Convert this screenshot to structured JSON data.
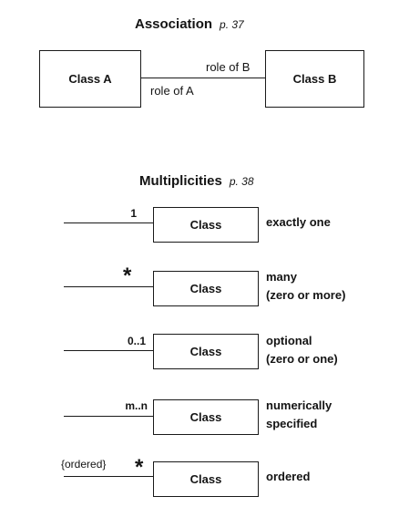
{
  "association": {
    "heading": "Association",
    "page_ref": "p. 37",
    "class_a": "Class A",
    "class_b": "Class B",
    "role_of_b": "role of B",
    "role_of_a": "role of A"
  },
  "multiplicities": {
    "heading": "Multiplicities",
    "page_ref": "p. 38",
    "rows": [
      {
        "multiplicity": "1",
        "constraint": "",
        "class_label": "Class",
        "desc_line1": "exactly one",
        "desc_line2": ""
      },
      {
        "multiplicity": "*",
        "constraint": "",
        "class_label": "Class",
        "desc_line1": "many",
        "desc_line2": "(zero or more)"
      },
      {
        "multiplicity": "0..1",
        "constraint": "",
        "class_label": "Class",
        "desc_line1": "optional",
        "desc_line2": "(zero or one)"
      },
      {
        "multiplicity": "m..n",
        "constraint": "",
        "class_label": "Class",
        "desc_line1": "numerically",
        "desc_line2": "specified"
      },
      {
        "multiplicity": "*",
        "constraint": "{ordered}",
        "class_label": "Class",
        "desc_line1": "ordered",
        "desc_line2": ""
      }
    ]
  }
}
